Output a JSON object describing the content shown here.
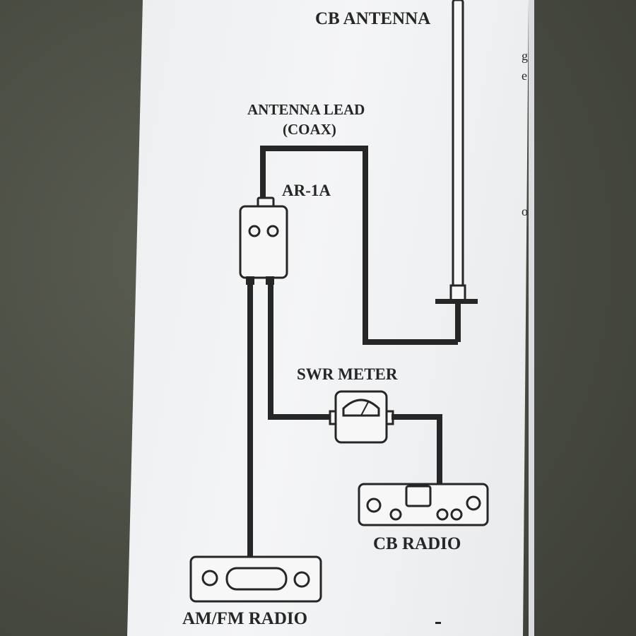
{
  "labels": {
    "cb_antenna": "CB ANTENNA",
    "antenna_lead": "ANTENNA LEAD",
    "coax": "(COAX)",
    "ar_1a": "AR-1A",
    "swr_meter": "SWR METER",
    "cb_radio": "CB RADIO",
    "am_fm_radio": "AM/FM RADIO"
  },
  "edge_text": {
    "line1": "g",
    "line2": "e",
    "line3": "o"
  },
  "colors": {
    "ink": "#262626",
    "paper": "#f1f2f3",
    "background": "#4a4e43"
  }
}
